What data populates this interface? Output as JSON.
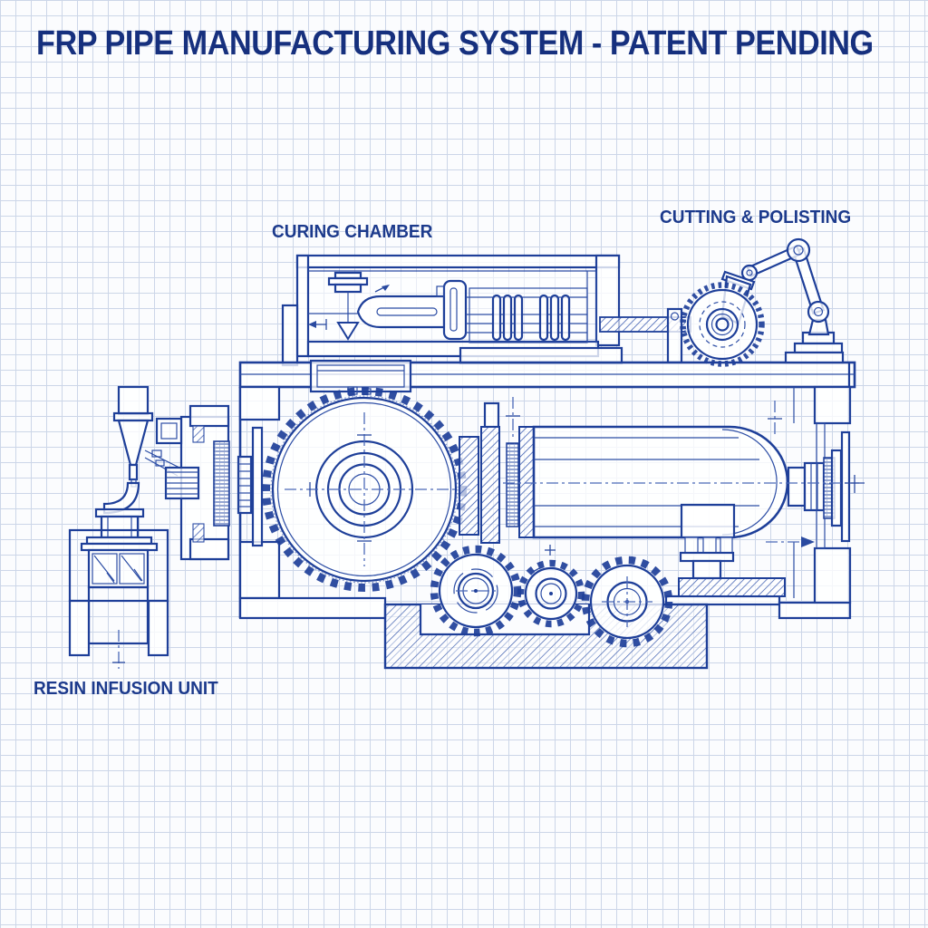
{
  "title": "FRP PIPE MANUFACTURING SYSTEM - PATENT PENDING",
  "annotations": {
    "curing_chamber": "CURING CHAMBER",
    "cutting_polishing": "CUTTING & POLISTING",
    "resin_infusion": "RESIN INFUSION UNIT"
  },
  "components": [
    "curing-chamber",
    "cutting-polishing-unit",
    "resin-infusion-unit",
    "feed-assembly",
    "main-drive-gear",
    "coupling-discs",
    "pipe-cylinder",
    "gear-train",
    "machine-frame",
    "foundation",
    "robotic-arm",
    "saw-blade"
  ],
  "colors": {
    "ink": "#1e3f99",
    "ink_dark": "#16307e",
    "paper": "#fbfcfe",
    "grid": "#ccd6e8",
    "hatch": "#3c5cb0",
    "cl": "#4b69b8"
  }
}
